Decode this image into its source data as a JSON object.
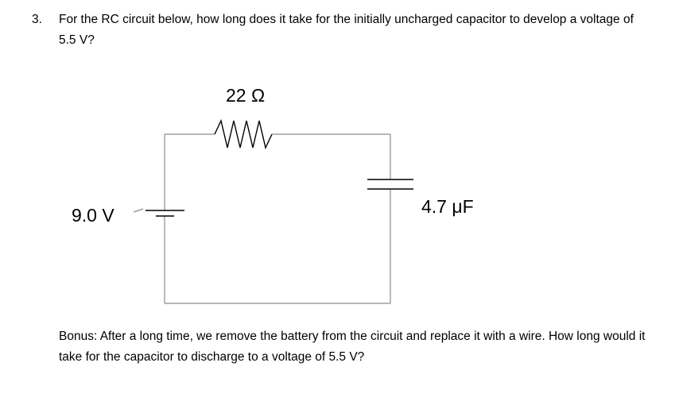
{
  "question": {
    "number": "3.",
    "text": "For the RC circuit below, how long does it take for the initially uncharged capacitor to develop a voltage of 5.5 V?"
  },
  "circuit": {
    "resistor_label": "22 Ω",
    "battery_label": "9.0 V",
    "capacitor_label": "4.7 μF"
  },
  "bonus": {
    "text": "Bonus: After a long time, we remove the battery from the circuit and replace it with a wire. How long would it take for the capacitor to discharge to a voltage of 5.5 V?"
  }
}
